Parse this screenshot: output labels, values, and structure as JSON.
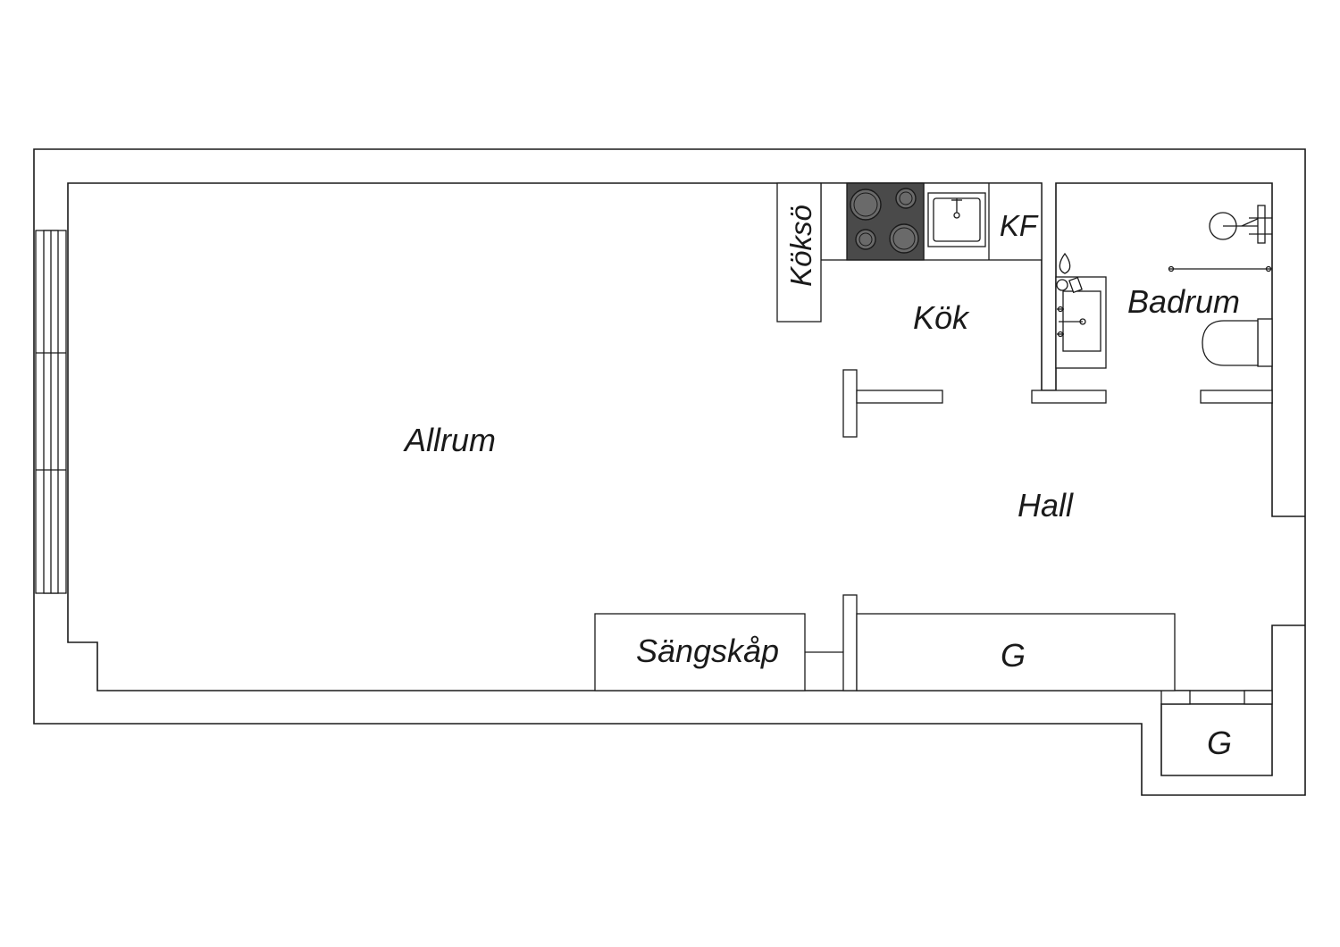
{
  "rooms": {
    "allrum": "Allrum",
    "kok": "Kök",
    "hall": "Hall",
    "badrum": "Badrum"
  },
  "fixtures": {
    "koksö": "Köksö",
    "kf": "KF",
    "sangskap": "Sängskåp",
    "closet_hall": "G",
    "closet_entry": "G"
  },
  "colors": {
    "line": "#1a1a1a",
    "stove": "#4a4a4a",
    "background": "#ffffff"
  }
}
